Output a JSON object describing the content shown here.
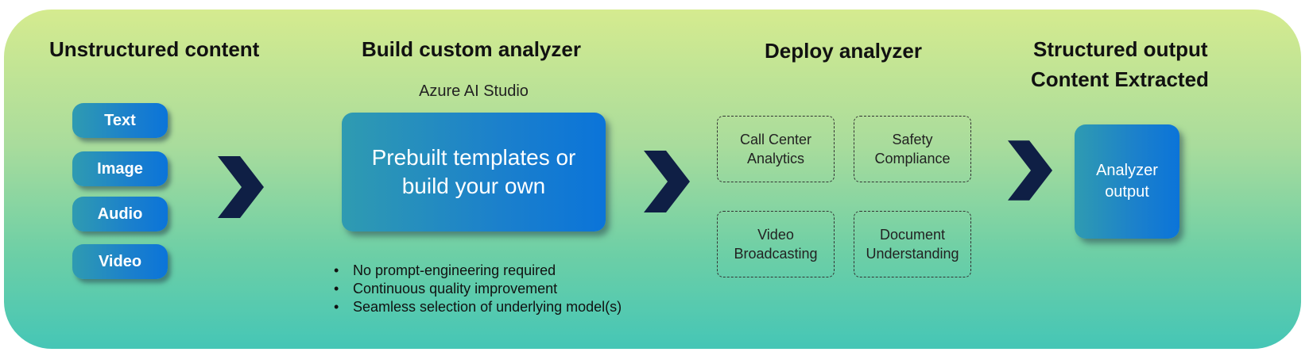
{
  "headings": {
    "unstructured": "Unstructured content",
    "build": "Build custom analyzer",
    "deploy": "Deploy analyzer",
    "structured_line1": "Structured output",
    "structured_line2": "Content Extracted"
  },
  "inputs": [
    "Text",
    "Image",
    "Audio",
    "Video"
  ],
  "build": {
    "studio_label": "Azure AI Studio",
    "box_line1": "Prebuilt templates or",
    "box_line2": "build your own",
    "bullets": [
      "No prompt-engineering required",
      "Continuous quality improvement",
      "Seamless selection of underlying model(s)"
    ]
  },
  "deploy_items": [
    {
      "line1": "Call Center",
      "line2": "Analytics"
    },
    {
      "line1": "Safety",
      "line2": "Compliance"
    },
    {
      "line1": "Video",
      "line2": "Broadcasting"
    },
    {
      "line1": "Document",
      "line2": "Understanding"
    }
  ],
  "output": {
    "line1": "Analyzer",
    "line2": "output"
  },
  "colors": {
    "chevron": "#0f1f45",
    "box_gradient_start": "#2f9bb1",
    "box_gradient_end": "#0b74d9",
    "panel_top": "#d5eb8f",
    "panel_bottom": "#45c6b6"
  }
}
